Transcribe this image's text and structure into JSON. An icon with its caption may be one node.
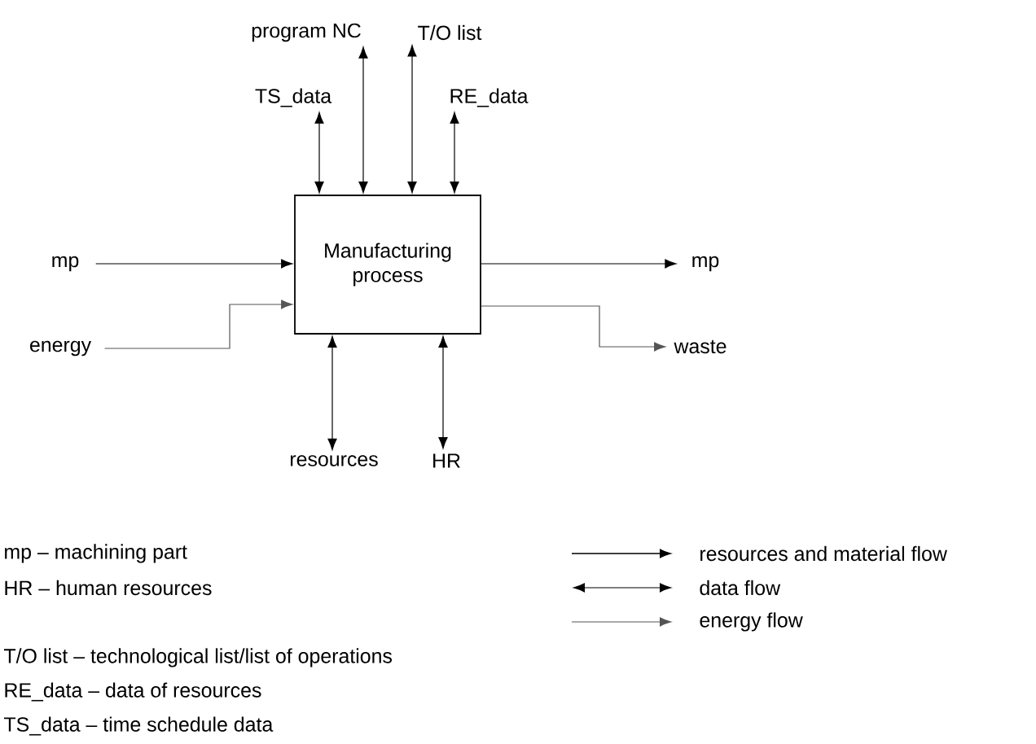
{
  "diagram": {
    "nodes": [
      {
        "text": [
          "Manufacturing process"
        ]
      },
      {
        "text": [
          "program NC"
        ]
      },
      {
        "text": [
          "T/O list"
        ]
      },
      {
        "text": [
          "TS_data"
        ]
      },
      {
        "text": [
          "RE_data"
        ]
      },
      {
        "text": [
          "mp"
        ]
      },
      {
        "text": [
          "energy"
        ]
      },
      {
        "text": [
          "mp"
        ]
      },
      {
        "text": [
          "waste"
        ]
      },
      {
        "text": [
          "resources"
        ]
      },
      {
        "text": [
          "HR"
        ]
      }
    ],
    "edges": [
      {
        "from": 3,
        "to": 0,
        "arrow": "both"
      },
      {
        "from": 1,
        "to": 0,
        "arrow": "both"
      },
      {
        "from": 2,
        "to": 0,
        "arrow": "both"
      },
      {
        "from": 4,
        "to": 0,
        "arrow": "both"
      },
      {
        "from": 5,
        "to": 0,
        "arrow": "to"
      },
      {
        "from": 6,
        "to": 0,
        "arrow": "to",
        "color": "#555555"
      },
      {
        "from": 0,
        "to": 7,
        "arrow": "to"
      },
      {
        "from": 0,
        "to": 8,
        "arrow": "to",
        "color": "#555555"
      },
      {
        "from": 0,
        "to": 9,
        "arrow": "both"
      },
      {
        "from": 0,
        "to": 10,
        "arrow": "both"
      }
    ],
    "labels": [
      "mp – machining part",
      "HR – human resources",
      "T/O list – technological list/list of operations",
      "RE_data – data of resources",
      "TS_data – time schedule data"
    ],
    "legend": [
      {
        "text": "resources and material flow"
      },
      {
        "text": "data flow"
      },
      {
        "text": "energy flow"
      }
    ]
  }
}
